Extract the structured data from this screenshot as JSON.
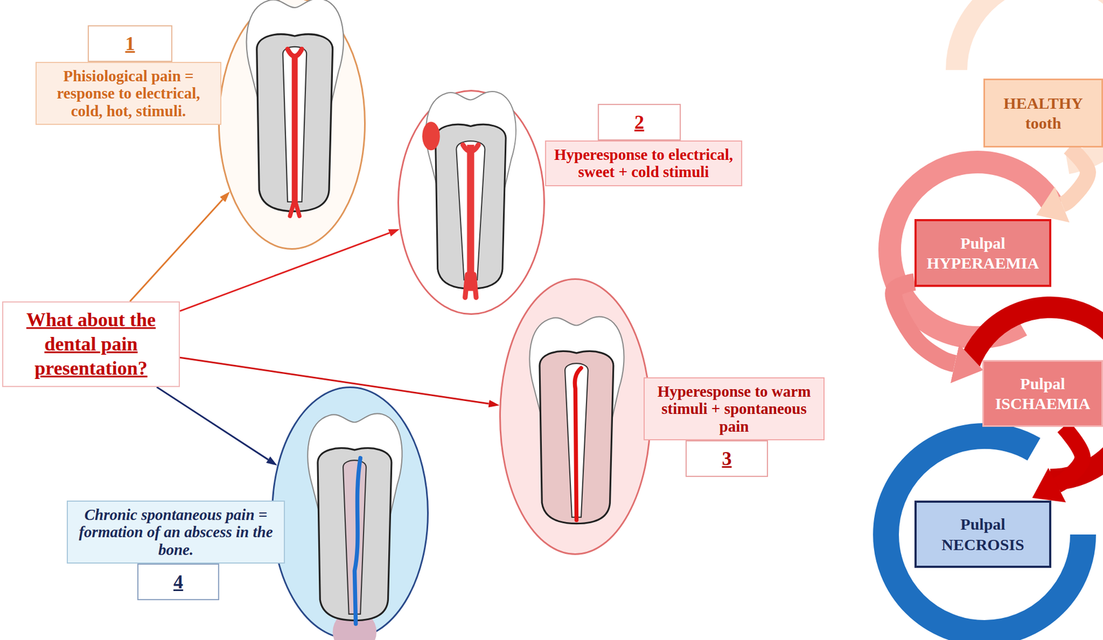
{
  "diagram": {
    "nodes": [
      {
        "text": [
          "What about the dental pain presentation?"
        ]
      },
      {
        "text": [
          "1",
          "Phisiological pain = response to electrical, cold, hot, stimuli."
        ]
      },
      {
        "text": [
          "2",
          "Hyperesponse to electrical, sweet + cold stimuli"
        ]
      },
      {
        "text": [
          "3",
          "Hyperesponse to warm stimuli + spontaneous pain"
        ]
      },
      {
        "text": [
          "4",
          "Chronic spontaneous pain = formation of an abscess in the bone."
        ]
      },
      {
        "text": [
          "HEALTHY tooth"
        ]
      },
      {
        "text": [
          "Pulpal HYPERAEMIA"
        ]
      },
      {
        "text": [
          "Pulpal ISCHAEMIA"
        ]
      },
      {
        "text": [
          "Pulpal NECROSIS"
        ]
      }
    ],
    "edges": [
      {
        "from": 0,
        "to": 1,
        "arrow": "to"
      },
      {
        "from": 0,
        "to": 2,
        "arrow": "to"
      },
      {
        "from": 0,
        "to": 3,
        "arrow": "to"
      },
      {
        "from": 0,
        "to": 4,
        "arrow": "to"
      },
      {
        "from": 5,
        "to": 6,
        "arrow": "to"
      },
      {
        "from": 6,
        "to": 7,
        "arrow": "to"
      },
      {
        "from": 7,
        "to": 8,
        "arrow": "to"
      }
    ]
  }
}
